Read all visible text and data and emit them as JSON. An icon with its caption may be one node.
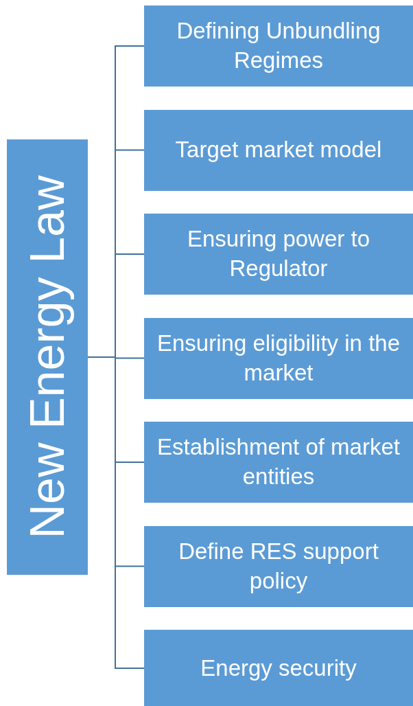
{
  "diagram": {
    "nodes": [
      {
        "text": [
          "New Energy Law"
        ]
      },
      {
        "text": [
          "Defining Unbundling Regimes"
        ]
      },
      {
        "text": [
          "Target market model"
        ]
      },
      {
        "text": [
          "Ensuring power to Regulator"
        ]
      },
      {
        "text": [
          "Ensuring eligibility in the market"
        ]
      },
      {
        "text": [
          "Establishment of market entities"
        ]
      },
      {
        "text": [
          "Define RES support policy"
        ]
      },
      {
        "text": [
          "Energy security"
        ]
      }
    ],
    "edges": [
      {
        "from": 0,
        "to": 1,
        "arrow": "none"
      },
      {
        "from": 0,
        "to": 2,
        "arrow": "none"
      },
      {
        "from": 0,
        "to": 3,
        "arrow": "none"
      },
      {
        "from": 0,
        "to": 4,
        "arrow": "none"
      },
      {
        "from": 0,
        "to": 5,
        "arrow": "none"
      },
      {
        "from": 0,
        "to": 6,
        "arrow": "none"
      },
      {
        "from": 0,
        "to": 7,
        "arrow": "none"
      }
    ]
  }
}
